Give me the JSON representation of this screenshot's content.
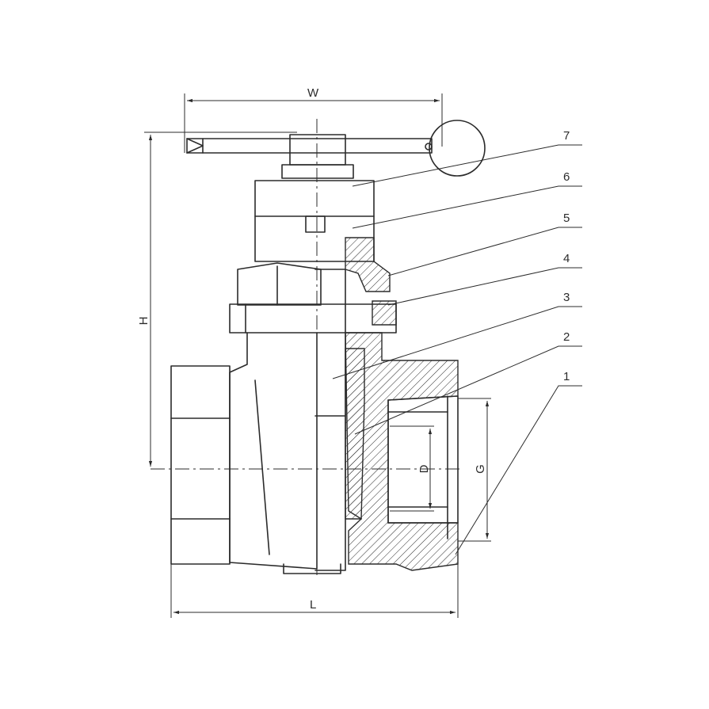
{
  "labels": {
    "width": "W",
    "height": "H",
    "length": "L",
    "bore": "D",
    "thread": "G"
  },
  "parts": [
    {
      "number": "7"
    },
    {
      "number": "6"
    },
    {
      "number": "5"
    },
    {
      "number": "4"
    },
    {
      "number": "3"
    },
    {
      "number": "2"
    },
    {
      "number": "1"
    }
  ],
  "colors": {
    "line": "#2b2b2b",
    "background": "#ffffff"
  }
}
